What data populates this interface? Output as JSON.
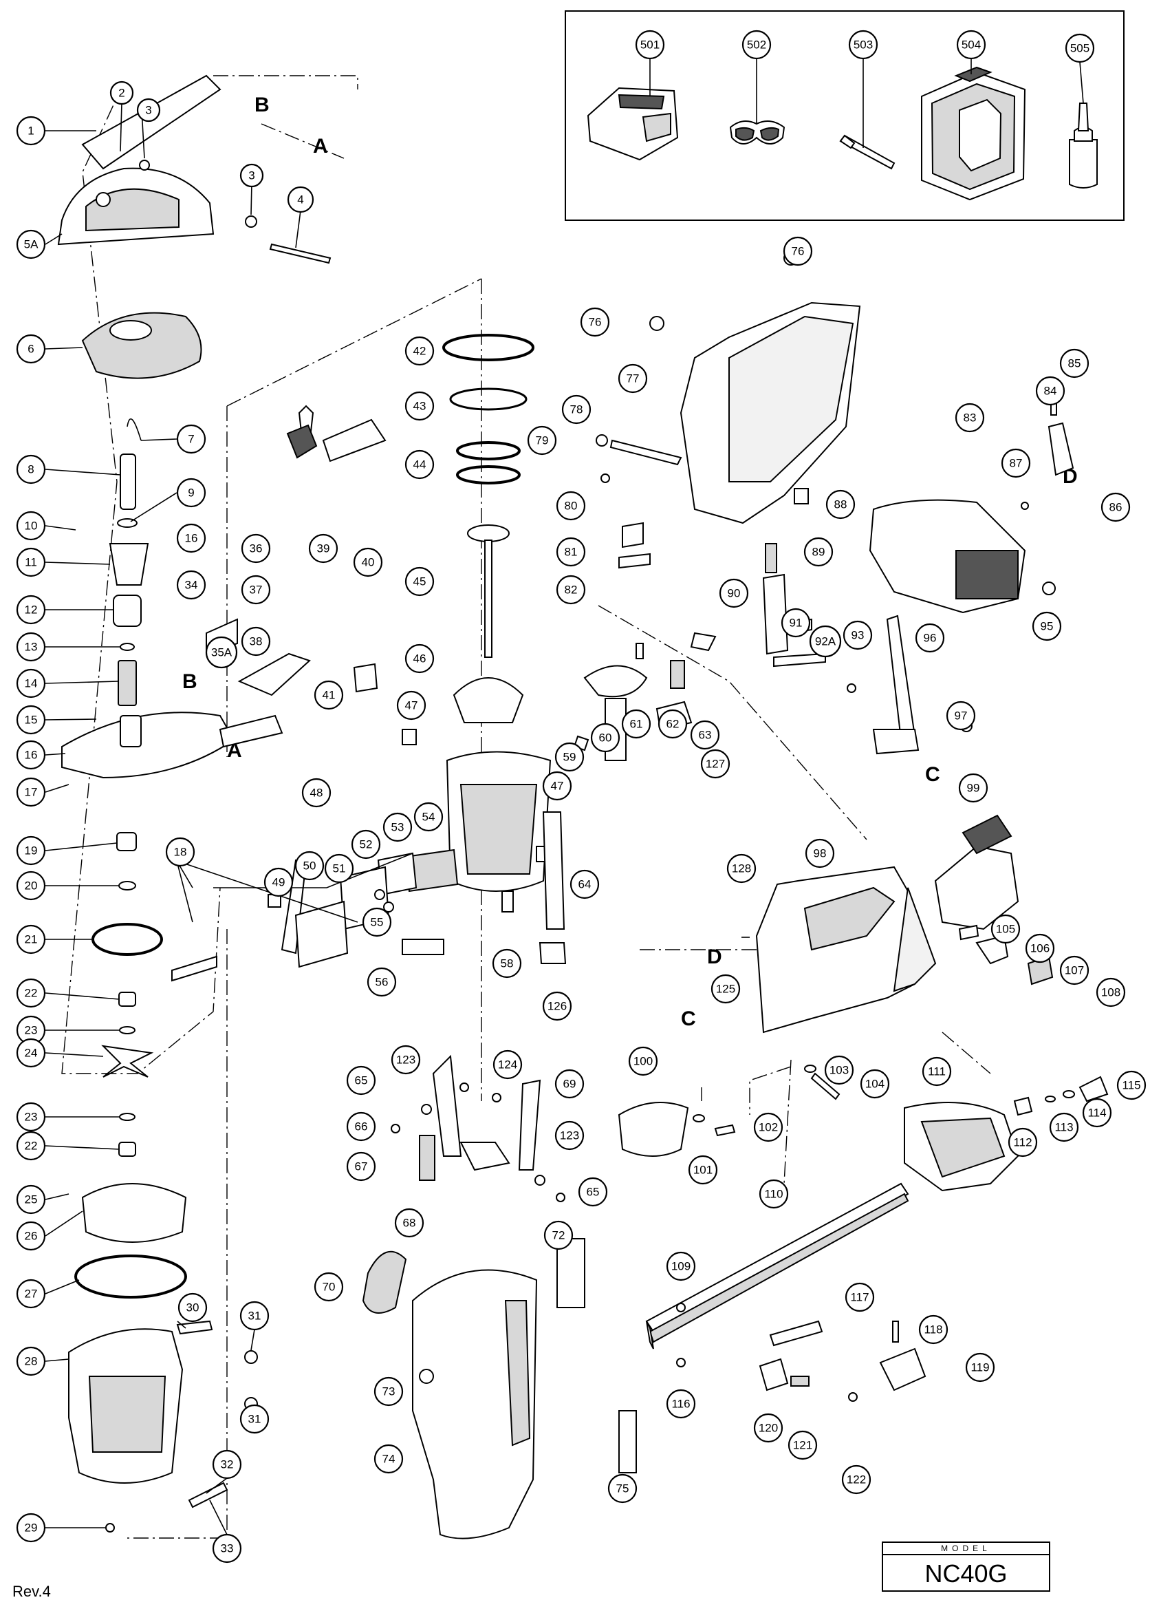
{
  "diagram": {
    "model_caption": "MODEL",
    "model_number": "NC40G",
    "revision": "Rev.4",
    "section_letters": [
      "A",
      "B",
      "C",
      "D"
    ],
    "callouts": [
      "1",
      "2",
      "3",
      "3",
      "4",
      "5A",
      "6",
      "7",
      "8",
      "9",
      "10",
      "11",
      "12",
      "13",
      "14",
      "15",
      "16",
      "16",
      "17",
      "18",
      "19",
      "20",
      "21",
      "22",
      "22",
      "23",
      "23",
      "24",
      "25",
      "26",
      "27",
      "28",
      "29",
      "30",
      "31",
      "31",
      "32",
      "33",
      "34",
      "35A",
      "36",
      "37",
      "38",
      "39",
      "40",
      "41",
      "42",
      "43",
      "44",
      "45",
      "46",
      "47",
      "47",
      "48",
      "49",
      "50",
      "51",
      "52",
      "53",
      "54",
      "55",
      "56",
      "58",
      "59",
      "60",
      "61",
      "62",
      "63",
      "64",
      "65",
      "65",
      "66",
      "67",
      "68",
      "69",
      "70",
      "72",
      "73",
      "74",
      "75",
      "76",
      "76",
      "77",
      "78",
      "79",
      "80",
      "81",
      "82",
      "83",
      "84",
      "85",
      "86",
      "87",
      "88",
      "89",
      "90",
      "91",
      "92A",
      "93",
      "95",
      "96",
      "97",
      "98",
      "99",
      "100",
      "101",
      "102",
      "103",
      "104",
      "105",
      "106",
      "107",
      "108",
      "109",
      "110",
      "111",
      "112",
      "113",
      "114",
      "115",
      "116",
      "117",
      "118",
      "119",
      "120",
      "121",
      "122",
      "123",
      "123",
      "124",
      "125",
      "126",
      "127",
      "128",
      "501",
      "502",
      "503",
      "504",
      "505"
    ]
  }
}
